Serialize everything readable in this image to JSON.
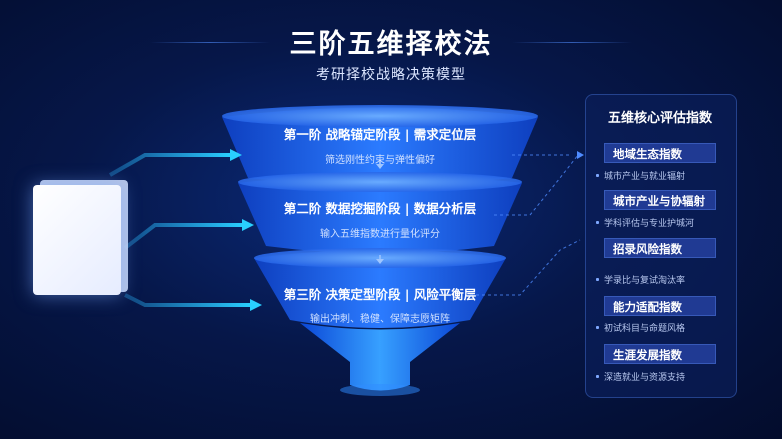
{
  "title": "三阶五维择校法",
  "subtitle": "考研择校战略决策模型",
  "tiers": [
    {
      "title": "第一阶 战略锚定阶段 | 需求定位层",
      "desc": "筛选刚性约束与弹性偏好"
    },
    {
      "title": "第二阶 数据挖掘阶段 | 数据分析层",
      "desc": "输入五维指数进行量化评分"
    },
    {
      "title": "第三阶 决策定型阶段 | 风险平衡层",
      "desc": "输出冲刺、稳健、保障志愿矩阵"
    }
  ],
  "panel": {
    "title": "五维核心评估指数",
    "items": [
      {
        "label": "地域生态指数",
        "desc": "城市产业与就业辐射"
      },
      {
        "label": "城市产业与协辐射",
        "desc": "学科评估与专业护城河"
      },
      {
        "label": "招录风险指数",
        "desc": "学录比与复试淘汰率"
      },
      {
        "label": "能力适配指数",
        "desc": "初试科目与命题风格"
      },
      {
        "label": "生涯发展指数",
        "desc": "深造就业与资源支持"
      }
    ]
  },
  "colors": {
    "accent": "#1f6bff",
    "background": "#061749",
    "arrow": "#29b6ff"
  }
}
